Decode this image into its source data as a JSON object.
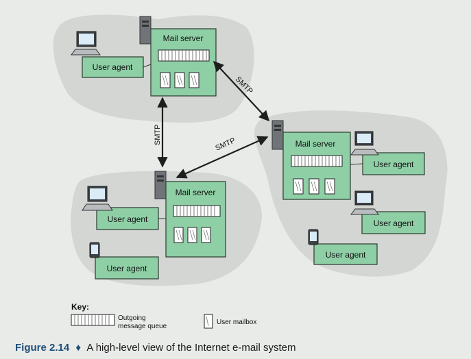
{
  "servers": [
    {
      "label": "Mail server"
    },
    {
      "label": "Mail server"
    },
    {
      "label": "Mail server"
    }
  ],
  "user_agents": [
    {
      "label": "User agent"
    },
    {
      "label": "User agent"
    },
    {
      "label": "User agent"
    },
    {
      "label": "User agent"
    },
    {
      "label": "User agent"
    },
    {
      "label": "User agent"
    }
  ],
  "links": [
    {
      "label": "SMTP"
    },
    {
      "label": "SMTP"
    },
    {
      "label": "SMTP"
    }
  ],
  "key": {
    "title": "Key:",
    "queue_label_line1": "Outgoing",
    "queue_label_line2": "message queue",
    "mailbox_label": "User mailbox"
  },
  "caption": {
    "figure": "Figure 2.14",
    "bullet": "♦",
    "text": "A high-level view of the Internet e-mail system"
  },
  "colors": {
    "box_fill": "#8fcfa6",
    "box_stroke": "#2a3a30",
    "cloud": "#d3d6d2",
    "arrow": "#1e1e1e",
    "page": "#e9ebe8"
  }
}
